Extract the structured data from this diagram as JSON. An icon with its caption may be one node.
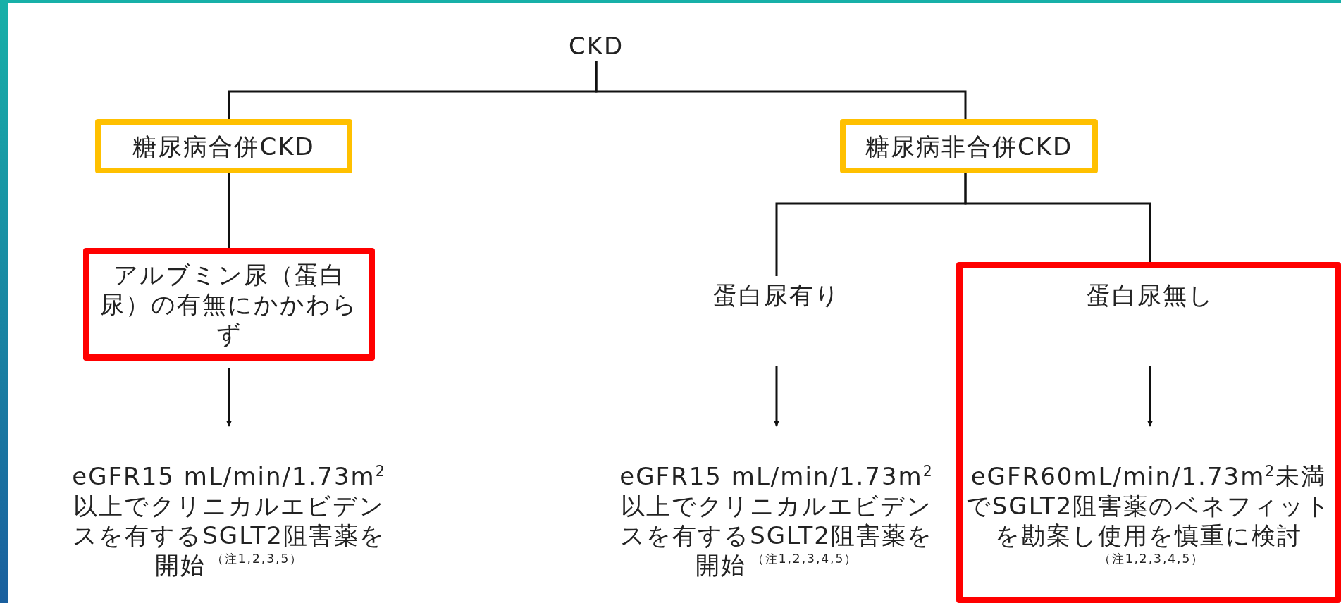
{
  "diagram": {
    "nodes": [
      {
        "text": [
          "CKD"
        ]
      },
      {
        "text": [
          "糖尿病合併CKD"
        ]
      },
      {
        "text": [
          "糖尿病非合併CKD"
        ]
      },
      {
        "text": [
          "アルブミン尿（蛋白尿）の有無にかかわらず"
        ]
      },
      {
        "text": [
          "蛋白尿有り"
        ]
      },
      {
        "text": [],
        "shape": "box"
      },
      {
        "text": [
          "蛋白尿無し"
        ],
        "in": 5
      },
      {
        "text": [
          "eGFR15 mL/min/1.73m$^{2}$以上でクリニカルエビデンスを有するSGLT2阻害薬を開始",
          "（注1,2,3,5）"
        ]
      },
      {
        "text": [
          "eGFR15 mL/min/1.73m$^{2}$以上でクリニカルエビデンスを有するSGLT2阻害薬を開始",
          "（注1,2,3,4,5）"
        ]
      },
      {
        "text": [
          "eGFR60mL/min/1.73m$^{2}$未満でSGLT2阻害薬のベネフィットを勘案し使用を慎重に検討",
          "（注1,2,3,4,5）"
        ],
        "in": 5
      }
    ],
    "edges": [
      {
        "from": 0,
        "to": 1,
        "arrow": "none"
      },
      {
        "from": 0,
        "to": 2,
        "arrow": "none"
      },
      {
        "from": 1,
        "to": 3,
        "arrow": "none"
      },
      {
        "from": 2,
        "to": 4,
        "arrow": "none"
      },
      {
        "from": 2,
        "to": 5,
        "arrow": "none"
      },
      {
        "from": 3,
        "to": 7,
        "arrow": "to"
      },
      {
        "from": 4,
        "to": 8,
        "arrow": "to"
      },
      {
        "from": 6,
        "to": 9,
        "arrow": "to"
      }
    ]
  }
}
